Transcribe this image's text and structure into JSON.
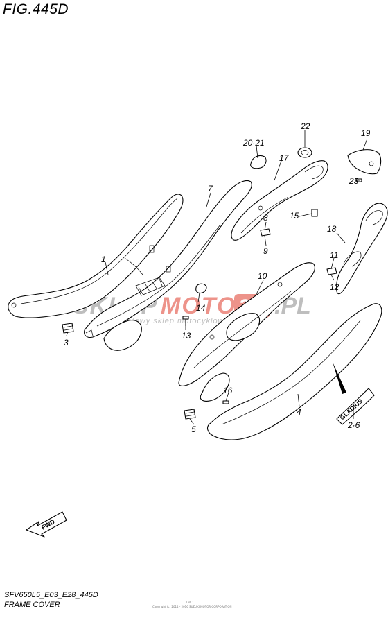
{
  "figure": {
    "title": "FIG.445D",
    "code": "SFV650L5_E03_E28_445D",
    "name": "FRAME COVER",
    "copyright_small": "Copyright (c) 2014 - 2016 SUZUKI MOTOR CORPORATION",
    "page_tiny": "1 of 1"
  },
  "watermark": {
    "brand_left": "SKLEP",
    "brand_mid": "MOTO",
    "brand_badge": "24",
    "brand_tld": ".PL",
    "tagline": "internetowy sklep motocyklowy"
  },
  "fwd_label": "FWD",
  "decal_text": "GLADIUS",
  "callouts": {
    "c1": "1",
    "c3": "3",
    "c4": "4",
    "c5": "5",
    "c7": "7",
    "c8": "8",
    "c9": "9",
    "c10": "10",
    "c11": "11",
    "c12": "12",
    "c13": "13",
    "c14": "14",
    "c15": "15",
    "c16": "16",
    "c17": "17",
    "c18": "18",
    "c19": "19",
    "c20_21": "20·21",
    "c22": "22",
    "c23": "23",
    "c2_6": "2·6"
  },
  "colors": {
    "watermark_red": "#e03b2c",
    "watermark_gray": "#8a8a8a"
  }
}
